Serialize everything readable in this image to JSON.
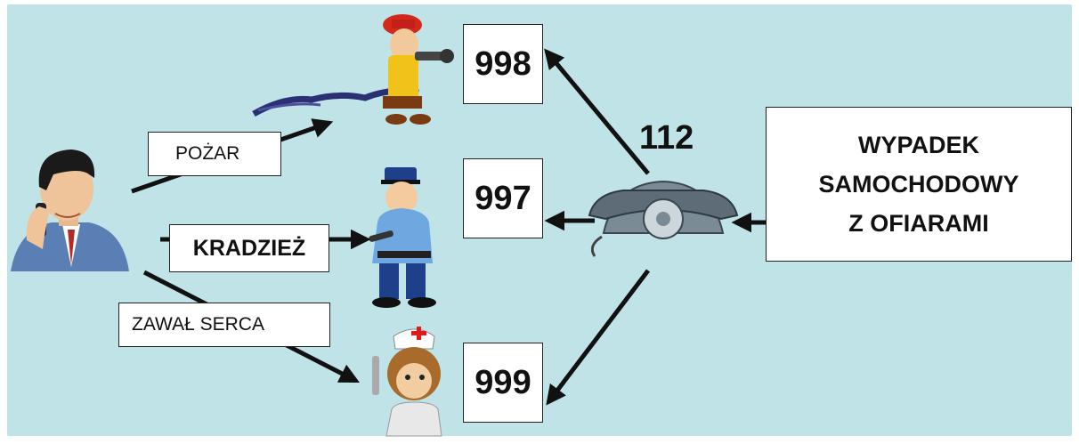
{
  "labels": {
    "fire": "POŻAR",
    "theft": "KRADZIEŻ",
    "heart_attack": "ZAWAŁ SERCA"
  },
  "numbers": {
    "fire": "998",
    "police": "997",
    "ambulance": "999",
    "emergency": "112"
  },
  "accident": {
    "line1": "WYPADEK",
    "line2": "SAMOCHODOWY",
    "line3": "Z OFIARAMI"
  },
  "colors": {
    "background": "#bfe3e6",
    "arrow": "#111111"
  },
  "icons": [
    "caller-man-icon",
    "firefighter-icon",
    "policeman-icon",
    "nurse-icon",
    "rotary-phone-icon"
  ]
}
